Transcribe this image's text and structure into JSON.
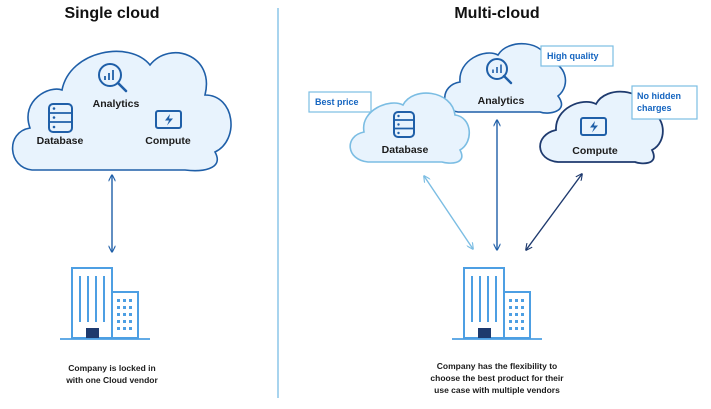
{
  "single": {
    "title": "Single cloud",
    "cloud_labels": {
      "analytics": "Analytics",
      "database": "Database",
      "compute": "Compute"
    },
    "caption": [
      "Company is locked in",
      "with one Cloud vendor"
    ]
  },
  "multi": {
    "title": "Multi-cloud",
    "cloud_labels": {
      "analytics": "Analytics",
      "database": "Database",
      "compute": "Compute"
    },
    "tags": {
      "analytics": [
        "High quality"
      ],
      "database": [
        "Best price"
      ],
      "compute": [
        "No hidden",
        "charges"
      ]
    },
    "caption": [
      "Company has the flexibility to",
      "choose the best product for their",
      "use case with multiple vendors"
    ]
  },
  "colors": {
    "cloud_fill": "#e8f3fd",
    "cloud_stroke": "#1f5fa8",
    "db_cloud_stroke": "#7bbde3",
    "compute_cloud_stroke": "#1e3a6e",
    "divider": "#a8d4ee",
    "building_light": "#4d9fe3",
    "building_dark": "#1e3a6e"
  },
  "icons": [
    "magnifier-chart-icon",
    "database-icon",
    "lightning-monitor-icon",
    "building-icon"
  ]
}
